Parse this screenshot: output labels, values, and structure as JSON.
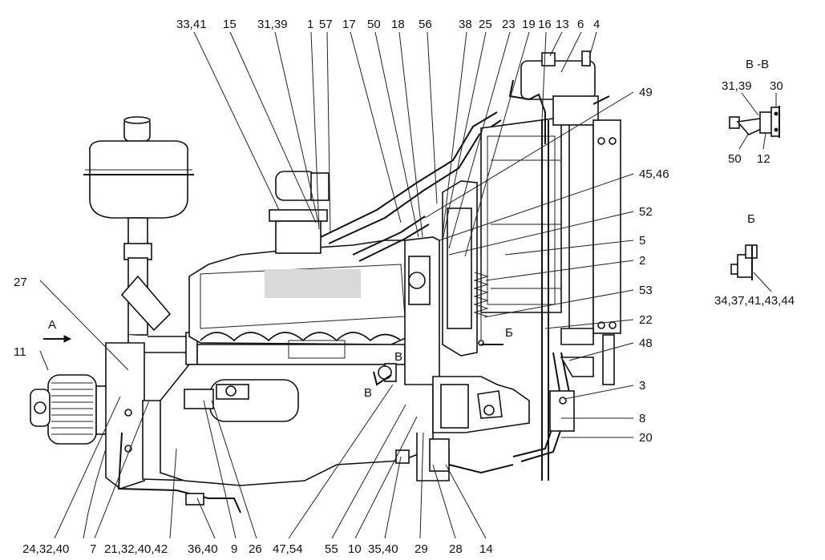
{
  "callouts_top": [
    "33,41",
    "15",
    "31,39",
    "1",
    "57",
    "17",
    "50",
    "18",
    "56",
    "38",
    "25",
    "23",
    "19",
    "16",
    "13",
    "6",
    "4"
  ],
  "callouts_right": [
    "49",
    "45,46",
    "52",
    "5",
    "2",
    "53",
    "22",
    "48",
    "3",
    "8",
    "20"
  ],
  "callouts_bottom": [
    "24,32,40",
    "7",
    "21,32,40,42",
    "36,40",
    "9",
    "26",
    "47,54",
    "55",
    "10",
    "35,40",
    "29",
    "28",
    "14"
  ],
  "callouts_left": [
    "27",
    "11"
  ],
  "view_letters": {
    "a": "А",
    "b_side": "Б",
    "v_left": "В",
    "v_lower": "В"
  },
  "section_vv": {
    "title": "В -В",
    "labels": [
      "31,39",
      "30",
      "50",
      "12"
    ]
  },
  "section_b": {
    "title": "Б",
    "label": "34,37,41,43,44"
  }
}
